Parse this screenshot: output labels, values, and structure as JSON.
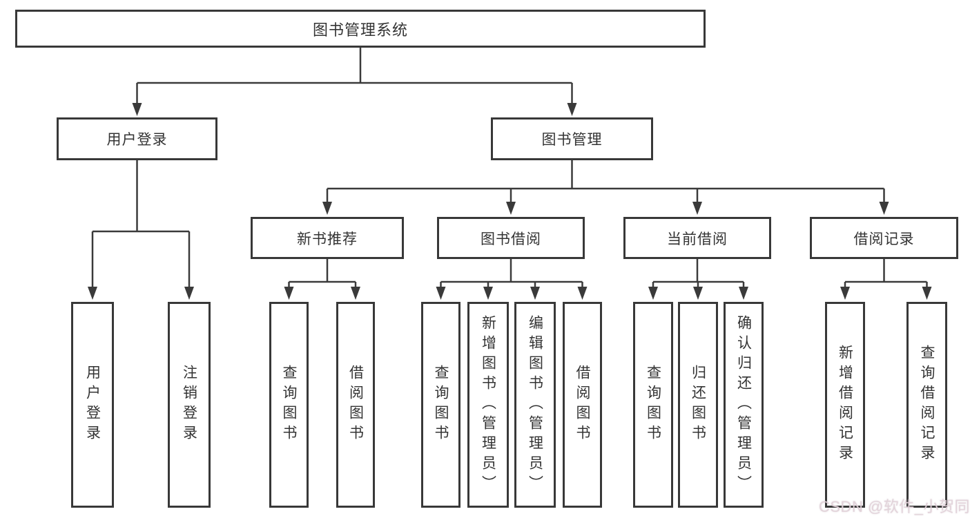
{
  "diagram": {
    "root": {
      "label": "图书管理系统"
    },
    "branches": [
      {
        "label": "用户登录",
        "children": [
          {
            "label": "用户登录"
          },
          {
            "label": "注销登录"
          }
        ]
      },
      {
        "label": "图书管理",
        "children": [
          {
            "label": "新书推荐",
            "children": [
              {
                "label": "查询图书"
              },
              {
                "label": "借阅图书"
              }
            ]
          },
          {
            "label": "图书借阅",
            "children": [
              {
                "label": "查询图书"
              },
              {
                "label": "新增图书（管理员）"
              },
              {
                "label": "编辑图书（管理员）"
              },
              {
                "label": "借阅图书"
              }
            ]
          },
          {
            "label": "当前借阅",
            "children": [
              {
                "label": "查询图书"
              },
              {
                "label": "归还图书"
              },
              {
                "label": "确认归还（管理员）"
              }
            ]
          },
          {
            "label": "借阅记录",
            "children": [
              {
                "label": "新增借阅记录"
              },
              {
                "label": "查询借阅记录"
              }
            ]
          }
        ]
      }
    ]
  },
  "watermark": {
    "text": "CSDN @软件_小贺同学"
  },
  "colors": {
    "line": "#3a3a3a",
    "box_border": "#383838",
    "text": "#333333",
    "background": "#ffffff",
    "watermark": "#e2d2d9"
  }
}
